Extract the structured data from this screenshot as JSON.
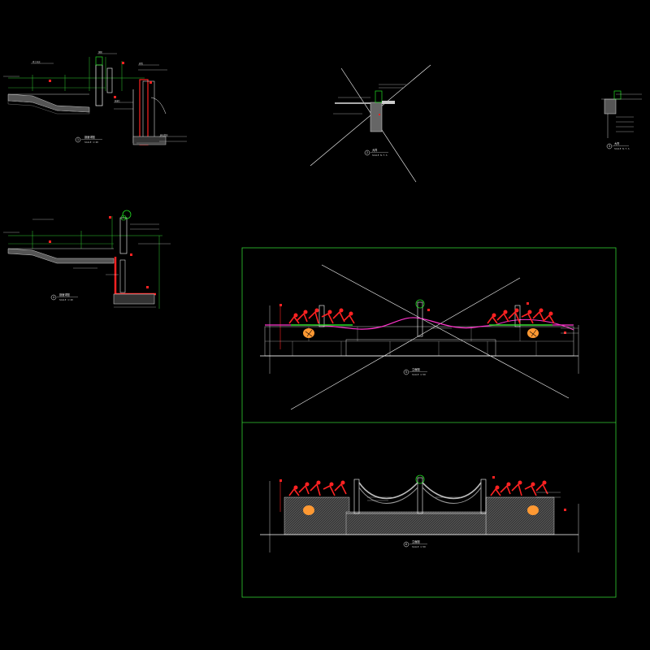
{
  "drawing": {
    "background": "#000000",
    "frame_color": "#33cc33",
    "line_white": "#ffffff",
    "accent_red": "#ff2222",
    "accent_magenta": "#ff33cc",
    "accent_green": "#22dd22",
    "accent_orange": "#ff9933"
  },
  "details": {
    "d1": {
      "title": "剖面详图",
      "scale": "SCALE 1:20",
      "num": "1"
    },
    "d2": {
      "title": "大样",
      "scale": "SCALE N.T.S",
      "num": "2"
    },
    "d3": {
      "title": "大样",
      "scale": "SCALE N.T.S",
      "num": "3"
    },
    "d4": {
      "title": "剖面详图",
      "scale": "SCALE 1:20",
      "num": "4"
    },
    "e1": {
      "title": "立面图",
      "scale": "SCALE 1:50",
      "num": "5"
    },
    "e2": {
      "title": "立面图",
      "scale": "SCALE 1:50",
      "num": "6"
    }
  }
}
